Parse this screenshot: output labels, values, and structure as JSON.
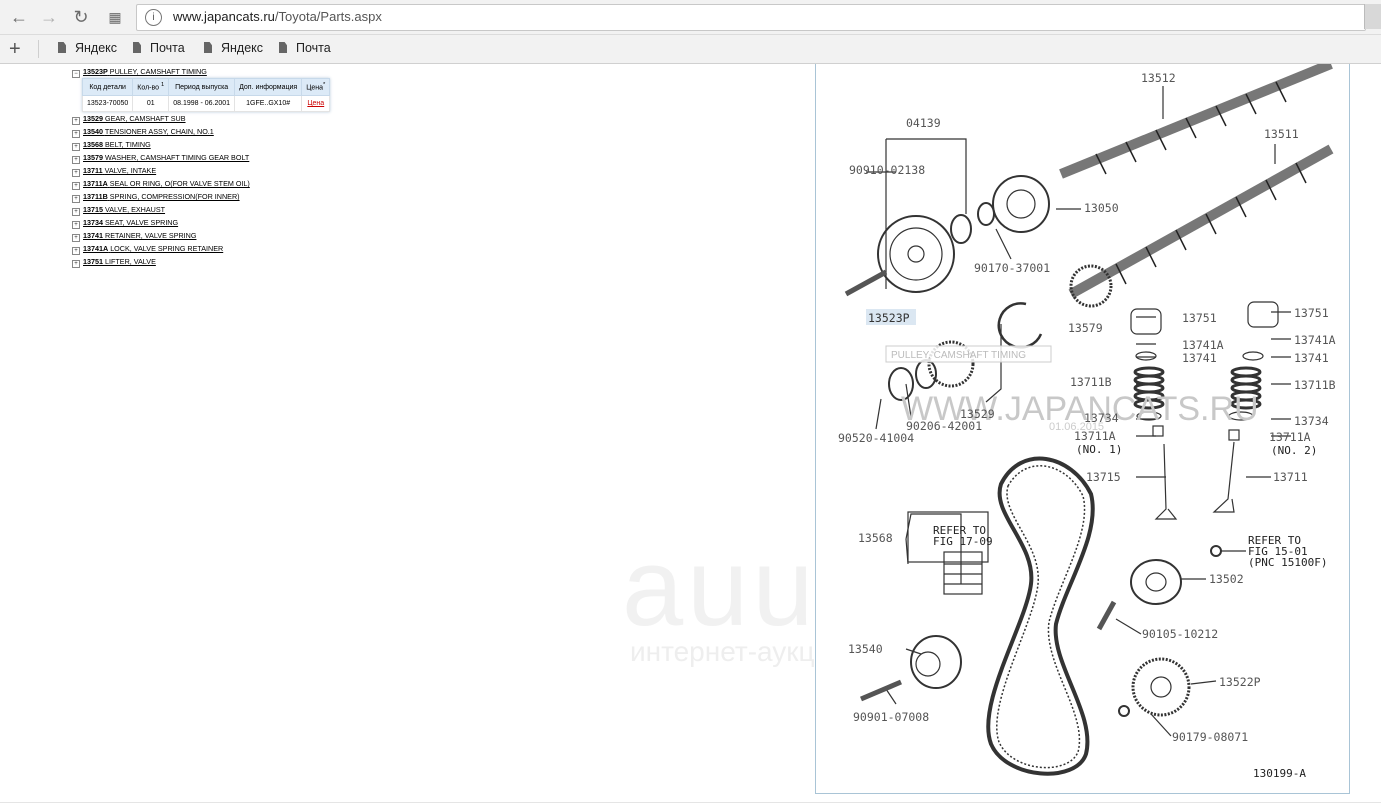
{
  "browser": {
    "url_host": "www.japancats.ru",
    "url_path": "/Toyota/Parts.aspx",
    "back_icon": "arrow-left-icon",
    "forward_icon": "arrow-right-icon",
    "reload_icon": "reload-icon",
    "apps_icon": "apps-grid-icon"
  },
  "bookmarks": [
    {
      "label": "Яндекс"
    },
    {
      "label": "Почта"
    },
    {
      "label": "Яндекс"
    },
    {
      "label": "Почта"
    }
  ],
  "tree": {
    "open_item": {
      "code": "13523P",
      "name": "PULLEY, CAMSHAFT TIMING"
    },
    "table": {
      "headers": [
        "Код детали",
        "Кол-во",
        "Период выпуска",
        "Доп. информация",
        "Цена"
      ],
      "qty_sup": "1",
      "price_sup": "*",
      "row": {
        "part": "13523-70050",
        "qty": "01",
        "period": "08.1998 - 06.2001",
        "info": "1GFE..GX10#",
        "price": "Цена"
      }
    },
    "items": [
      {
        "code": "13529",
        "name": "GEAR, CAMSHAFT SUB"
      },
      {
        "code": "13540",
        "name": "TENSIONER ASSY, CHAIN, NO.1"
      },
      {
        "code": "13568",
        "name": "BELT, TIMING"
      },
      {
        "code": "13579",
        "name": "WASHER, CAMSHAFT TIMING GEAR BOLT"
      },
      {
        "code": "13711",
        "name": "VALVE, INTAKE"
      },
      {
        "code": "13711A",
        "name": "SEAL OR RING, O(FOR VALVE STEM OIL)"
      },
      {
        "code": "13711B",
        "name": "SPRING, COMPRESSION(FOR INNER)"
      },
      {
        "code": "13715",
        "name": "VALVE, EXHAUST"
      },
      {
        "code": "13734",
        "name": "SEAT, VALVE SPRING"
      },
      {
        "code": "13741",
        "name": "RETAINER, VALVE SPRING"
      },
      {
        "code": "13741A",
        "name": "LOCK, VALVE SPRING RETAINER"
      },
      {
        "code": "13751",
        "name": "LIFTER, VALVE"
      }
    ]
  },
  "diagram": {
    "labels": {
      "l13512": "13512",
      "l13511": "13511",
      "l04139": "04139",
      "l90910": "90910-02138",
      "l13050": "13050",
      "l90170": "90170-37001",
      "l13523p": "13523P",
      "l13579": "13579",
      "l13751a": "13751",
      "l13751b": "13751",
      "l13741aa": "13741A",
      "l13741ab": "13741A",
      "l13741a": "13741",
      "l13741b": "13741",
      "l13711ba": "13711B",
      "l13711bb": "13711B",
      "l13734a": "13734",
      "l13734b": "13734",
      "l13711aa": "13711A",
      "l13711ab": "13711A",
      "no1": "(NO. 1)",
      "no2": "(NO. 2)",
      "l13529": "13529",
      "l90206": "90206-42001",
      "l90520": "90520-41004",
      "l13715": "13715",
      "l13711": "13711",
      "l13568": "13568",
      "refer1a": "REFER TO",
      "refer1b": "FIG 17-09",
      "refer2a": "REFER TO",
      "refer2b": "FIG 15-01",
      "refer2c": "(PNC 15100F)",
      "l13502": "13502",
      "l90105": "90105-10212",
      "l13540": "13540",
      "l13522p": "13522P",
      "l90901": "90901-07008",
      "l90179": "90179-08071",
      "fig": "130199-A",
      "tooltip": "PULLEY, CAMSHAFT TIMING",
      "watermark_site": "WWW.JAPANCATS.RU",
      "watermark_date": "01.06.2015"
    }
  },
  "watermark": {
    "big": "auu.ru",
    "small": "интернет-аукцион"
  }
}
